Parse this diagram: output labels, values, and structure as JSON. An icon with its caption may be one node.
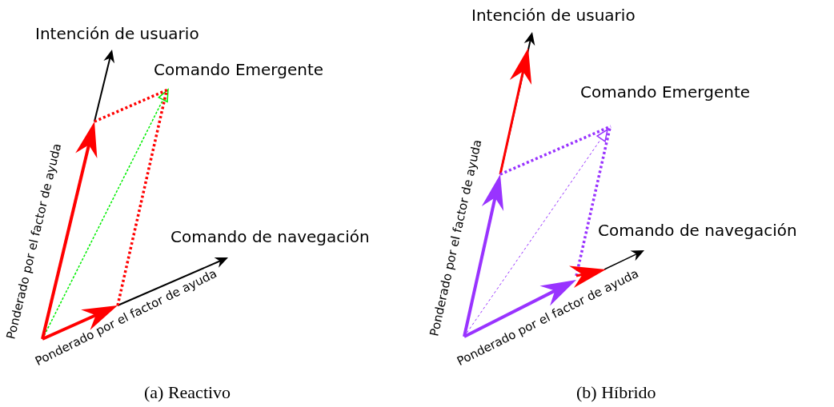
{
  "diagram": {
    "labels": [
      "Intención de usuario",
      "Comando Emergente",
      "Comando de navegación",
      "Ponderado por el factor de ayuda",
      "Ponderado por el factor de ayuda",
      "(a) Reactivo",
      "Intención de usuario",
      "Comando Emergente",
      "Comando de navegación",
      "Ponderado por el factor de ayuda",
      "Ponderado por el factor de ayuda",
      "(b) Híbrido"
    ]
  }
}
